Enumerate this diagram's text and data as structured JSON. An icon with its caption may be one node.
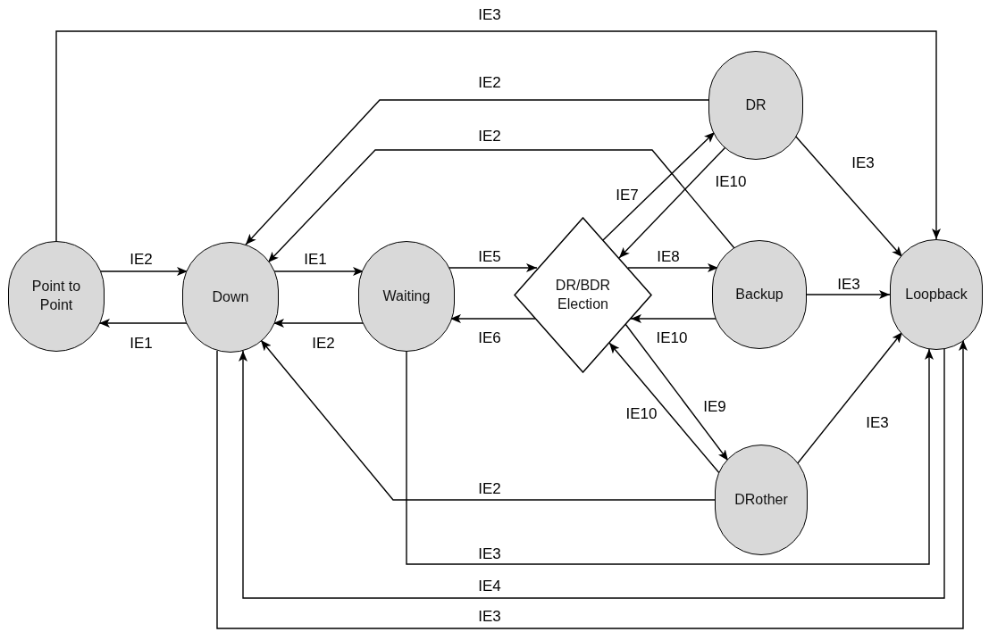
{
  "diagram": {
    "nodes": [
      {
        "text": [
          "Point to Point"
        ]
      },
      {
        "text": [
          "Down"
        ]
      },
      {
        "text": [
          "Waiting"
        ]
      },
      {
        "text": [
          "DR/BDR Election"
        ]
      },
      {
        "text": [
          "DR"
        ]
      },
      {
        "text": [
          "Backup"
        ]
      },
      {
        "text": [
          "DRother"
        ]
      },
      {
        "text": [
          "Loopback"
        ]
      }
    ],
    "edges": [
      {
        "from": 0,
        "to": 7,
        "arrow": "to",
        "label": "IE3"
      },
      {
        "from": 0,
        "to": 1,
        "arrow": "to",
        "label": "IE2"
      },
      {
        "from": 1,
        "to": 0,
        "arrow": "to",
        "label": "IE1"
      },
      {
        "from": 4,
        "to": 1,
        "arrow": "to",
        "label": "IE2"
      },
      {
        "from": 5,
        "to": 1,
        "arrow": "to",
        "label": "IE2"
      },
      {
        "from": 1,
        "to": 2,
        "arrow": "to",
        "label": "IE1"
      },
      {
        "from": 2,
        "to": 1,
        "arrow": "to",
        "label": "IE2"
      },
      {
        "from": 2,
        "to": 3,
        "arrow": "to",
        "label": "IE5"
      },
      {
        "from": 3,
        "to": 2,
        "arrow": "to",
        "label": "IE6"
      },
      {
        "from": 3,
        "to": 4,
        "arrow": "to",
        "label": "IE7"
      },
      {
        "from": 4,
        "to": 3,
        "arrow": "to",
        "label": "IE10"
      },
      {
        "from": 3,
        "to": 5,
        "arrow": "to",
        "label": "IE8"
      },
      {
        "from": 5,
        "to": 3,
        "arrow": "to",
        "label": "IE10"
      },
      {
        "from": 3,
        "to": 6,
        "arrow": "to",
        "label": "IE9"
      },
      {
        "from": 6,
        "to": 3,
        "arrow": "to",
        "label": "IE10"
      },
      {
        "from": 4,
        "to": 7,
        "arrow": "to",
        "label": "IE3"
      },
      {
        "from": 5,
        "to": 7,
        "arrow": "to",
        "label": "IE3"
      },
      {
        "from": 6,
        "to": 7,
        "arrow": "to",
        "label": "IE3"
      },
      {
        "from": 6,
        "to": 1,
        "arrow": "to",
        "label": "IE2"
      },
      {
        "from": 2,
        "to": 7,
        "arrow": "to",
        "label": "IE3"
      },
      {
        "from": 7,
        "to": 1,
        "arrow": "to",
        "label": "IE4"
      },
      {
        "from": 1,
        "to": 7,
        "arrow": "to",
        "label": "IE3"
      }
    ]
  }
}
